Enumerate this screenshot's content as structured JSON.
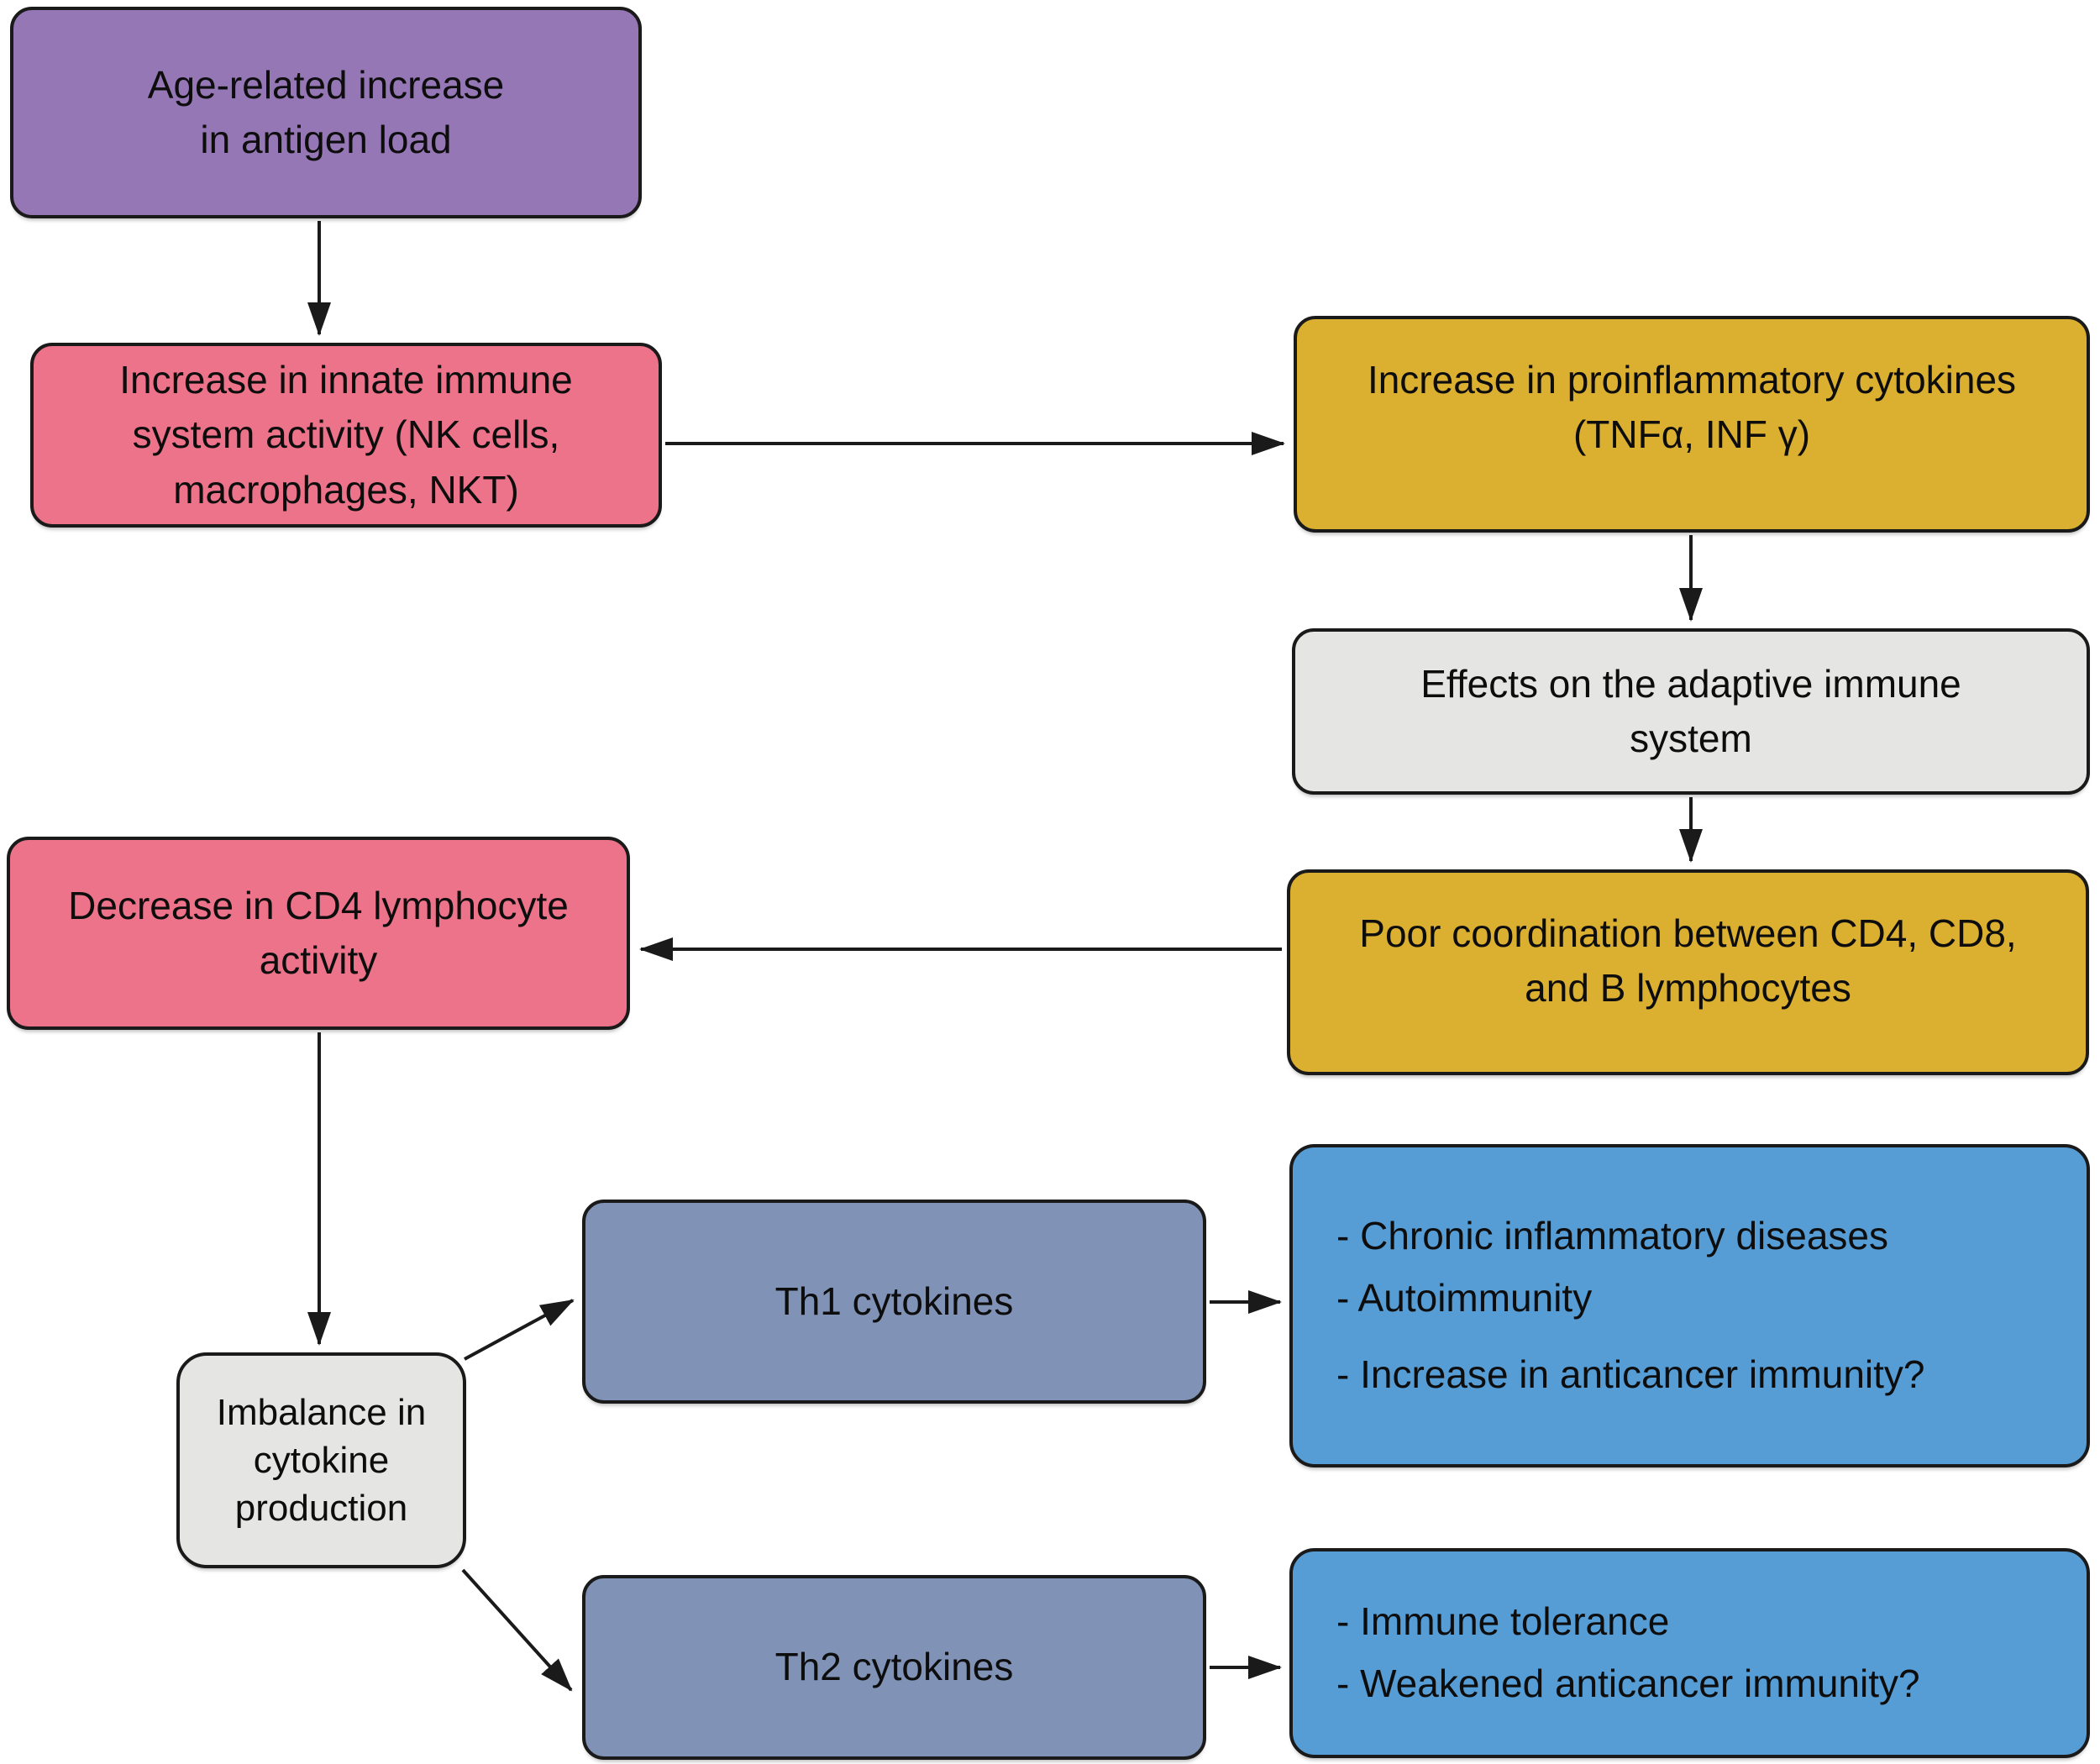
{
  "diagram": {
    "title": "Age-related immune changes flowchart",
    "palette": {
      "purple": "#9677b6",
      "pink": "#ec7389",
      "gold": "#dbaf2f",
      "gray": "#e5e5e3",
      "slate": "#8093b6",
      "blue": "#579dd5",
      "border": "#1a1a1a",
      "arrow": "#1a1a1a",
      "background": "#ffffff"
    },
    "nodes": {
      "antigen_load": {
        "color": "#9677b6",
        "lines": [
          "Age-related increase",
          "in antigen load"
        ]
      },
      "innate_activity": {
        "color": "#ec7389",
        "lines": [
          "Increase in innate immune",
          "system activity (NK cells,",
          "macrophages, NKT)"
        ]
      },
      "proinflammatory": {
        "color": "#dbaf2f",
        "lines": [
          "Increase in proinflammatory cytokines",
          "(TNFα, INF γ)"
        ]
      },
      "adaptive_effects": {
        "color": "#e5e5e3",
        "lines": [
          "Effects on the adaptive immune",
          "system"
        ]
      },
      "poor_coordination": {
        "color": "#dbaf2f",
        "lines": [
          "Poor coordination between CD4, CD8,",
          "and B lymphocytes"
        ]
      },
      "cd4_decrease": {
        "color": "#ec7389",
        "lines": [
          "Decrease in CD4 lymphocyte",
          "activity"
        ]
      },
      "cytokine_imbalance": {
        "color": "#e5e5e3",
        "lines": [
          "Imbalance in",
          "cytokine",
          "production"
        ]
      },
      "th1": {
        "color": "#8093b6",
        "lines": [
          "Th1 cytokines"
        ]
      },
      "th2": {
        "color": "#8093b6",
        "lines": [
          "Th2 cytokines"
        ]
      },
      "th1_outcomes": {
        "color": "#579dd5",
        "lines": [
          "- Chronic inflammatory diseases",
          "- Autoimmunity",
          "- Increase in anticancer immunity?"
        ]
      },
      "th2_outcomes": {
        "color": "#579dd5",
        "lines": [
          "- Immune tolerance",
          "- Weakened anticancer immunity?"
        ]
      }
    }
  }
}
